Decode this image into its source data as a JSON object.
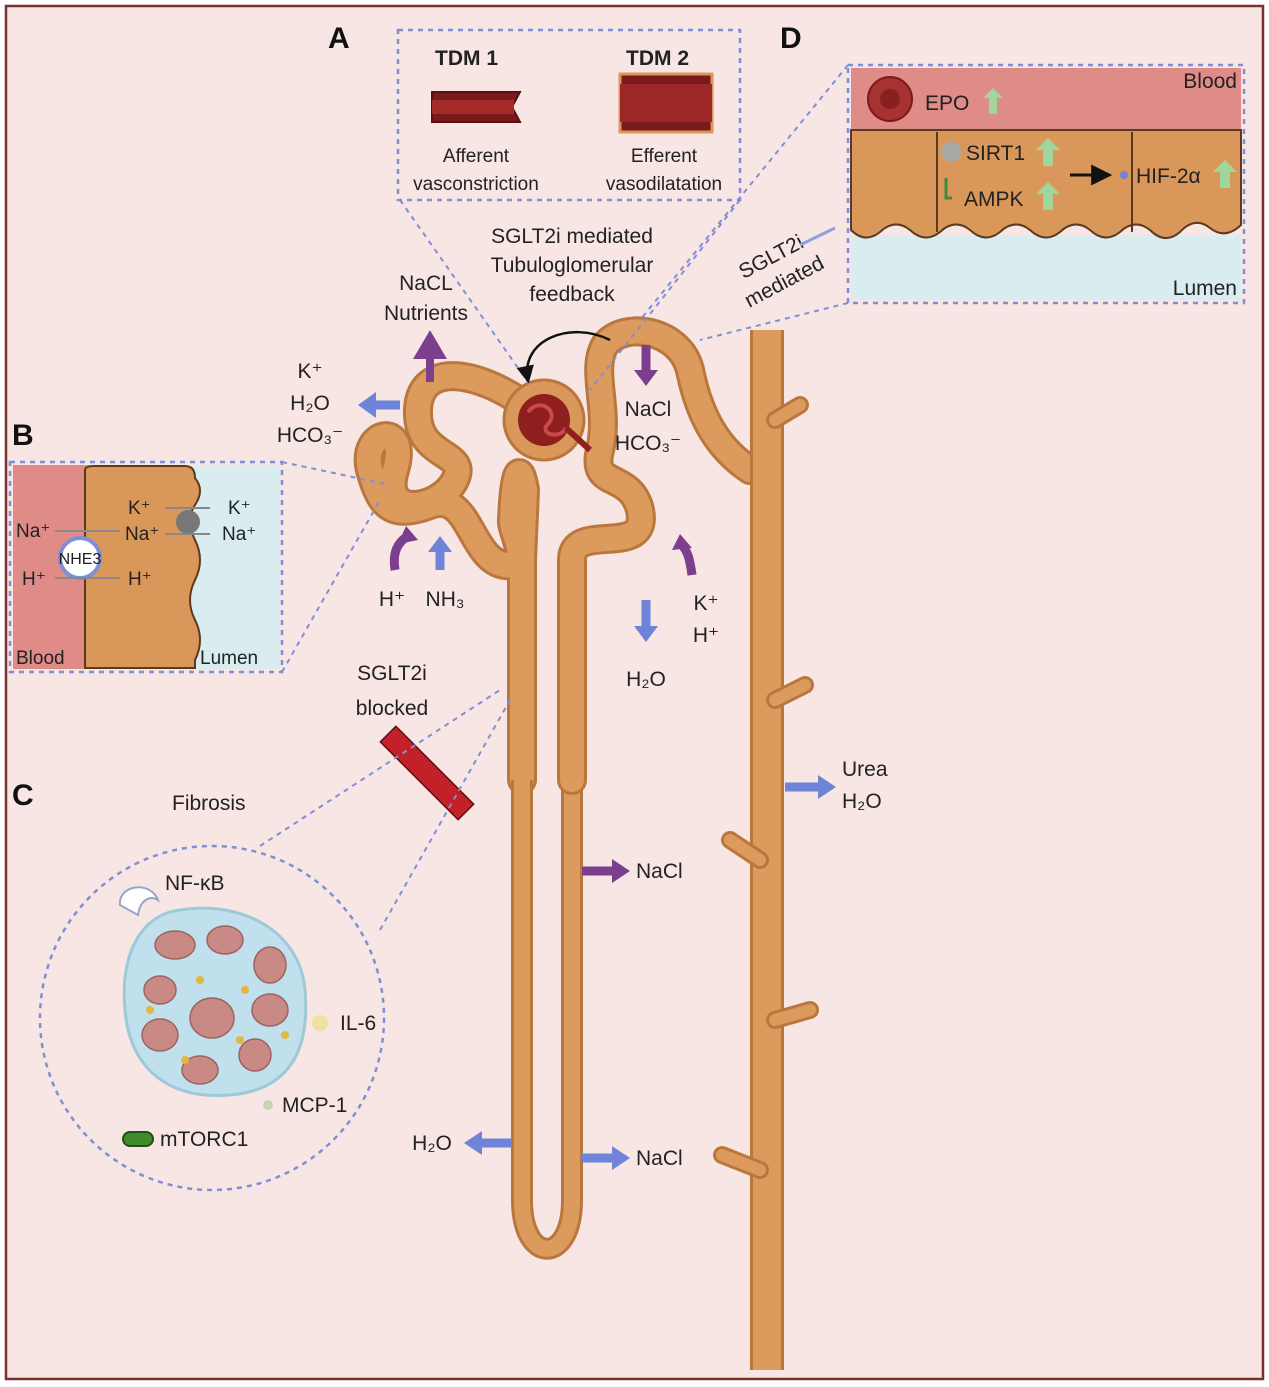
{
  "panels": {
    "a": "A",
    "b": "B",
    "c": "C",
    "d": "D"
  },
  "panel_a": {
    "tdm1": "TDM 1",
    "tdm2": "TDM 2",
    "tdm1_caption": [
      "Afferent",
      "vasconstriction"
    ],
    "tdm2_caption": [
      "Efferent",
      "vasodilatation"
    ]
  },
  "panel_b": {
    "blood": "Blood",
    "lumen": "Lumen",
    "transporter": "NHE3",
    "na_blood": "Na⁺",
    "h_blood": "H⁺",
    "k_cell": "K⁺",
    "na_cell": "Na⁺",
    "h_cell": "H⁺",
    "k_lumen": "K⁺",
    "na_lumen": "Na⁺"
  },
  "panel_c": {
    "fibrosis": "Fibrosis",
    "nfkb": "NF-κB",
    "il6": "IL-6",
    "mcp1": "MCP-1",
    "mtorc1": "mTORC1",
    "blocked": [
      "SGLT2i",
      "blocked"
    ]
  },
  "panel_d": {
    "blood": "Blood",
    "lumen": "Lumen",
    "epo": "EPO",
    "sirt1": "SIRT1",
    "ampk": "AMPK",
    "hif": "HIF-2α",
    "mediated": [
      "SGLT2i",
      "mediated"
    ]
  },
  "nephron": {
    "feedback": [
      "SGLT2i mediated",
      "Tubuloglomerular",
      "feedback"
    ],
    "nacl_nutrients": [
      "NaCL",
      "Nutrients"
    ],
    "pct_left": [
      "K⁺",
      "H₂O",
      "HCO₃⁻"
    ],
    "pct_bottom_h": "H⁺",
    "pct_bottom_nh": "NH₃",
    "dct_top": [
      "NaCl",
      "HCO₃⁻"
    ],
    "dct_right": [
      "K⁺",
      "H⁺"
    ],
    "dct_water": "H₂O",
    "collecting": [
      "Urea",
      "H₂O"
    ],
    "loop_nacl_mid": "NaCl",
    "loop_water_bottom": "H₂O",
    "loop_nacl_bottom": "NaCl"
  },
  "colors": {
    "background": "#f7e6e4",
    "tubule": "#d9985a",
    "tubule_edge": "#b9773d",
    "blue_arrow": "#6f83d8",
    "purple_arrow": "#7b3f8e",
    "blood": "#df8b87",
    "lumen": "#d9ecef",
    "vessel": "#8f1e1e",
    "up_arrow": "#9fd69b"
  },
  "icons": [
    "up-arrow-icon",
    "purple-arrow-icon",
    "blue-arrow-icon",
    "inhibition-bar-icon"
  ]
}
